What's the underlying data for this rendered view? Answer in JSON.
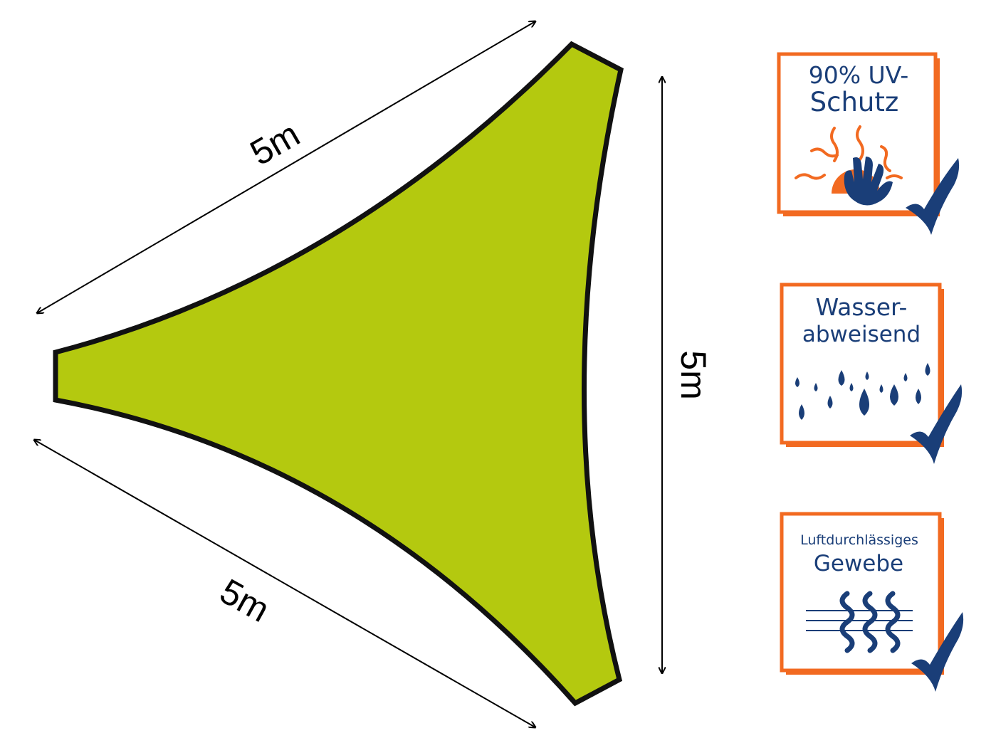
{
  "colors": {
    "sail": "#b4c90f",
    "outline": "#111111",
    "badge_orange": "#f26a21",
    "badge_blue": "#1a3e78",
    "arrow": "#000000"
  },
  "dimensions": {
    "top_edge": "5m",
    "bottom_edge": "5m",
    "right_edge": "5m"
  },
  "badges": [
    {
      "line1": "90% UV-",
      "line2": "Schutz",
      "icon": "sun-hand-icon",
      "check": "check-icon"
    },
    {
      "line1": "Wasser-",
      "line2": "abweisend",
      "icon": "water-drops-icon",
      "check": "check-icon"
    },
    {
      "line1": "Luftdurchlässiges",
      "line2": "Gewebe",
      "icon": "woven-fabric-icon",
      "check": "check-icon"
    }
  ]
}
